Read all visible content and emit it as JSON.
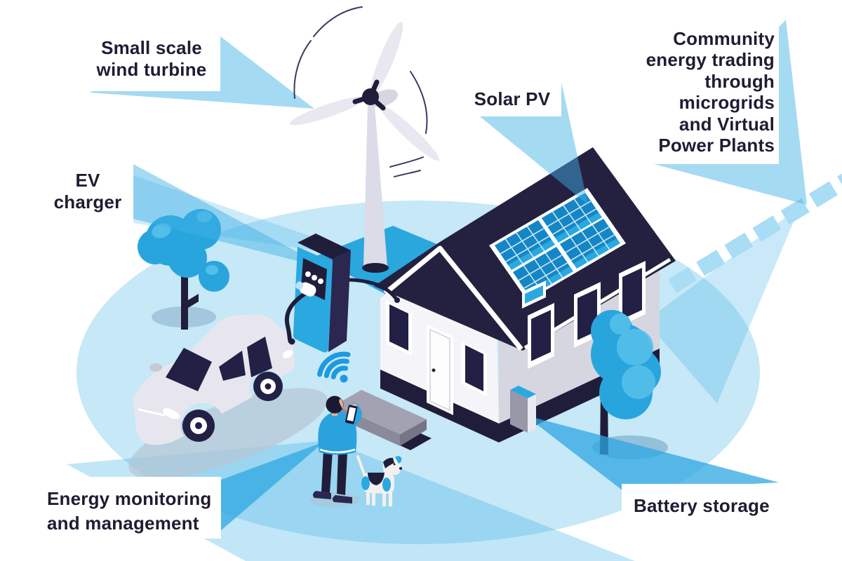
{
  "diagram": {
    "labels": {
      "wind_turbine": "Small scale wind turbine",
      "ev_charger": "EV charger",
      "solar_pv": "Solar PV",
      "community_trading": "Community energy trading through microgrids and Virtual Power Plants",
      "energy_monitoring": "Energy monitoring and management",
      "battery_storage": "Battery storage"
    },
    "colors": {
      "ink_navy": "#201d3b",
      "brand_blue": "#2aa9e0",
      "ray_blue": "#3fb0e6",
      "ground_blue": "#c6e8f7",
      "panel_blue": "#1080c0",
      "label_text": "#1f1c33"
    },
    "scene_items": [
      "wind-turbine",
      "house-with-solar-pv",
      "ev-charger",
      "electric-car",
      "battery-unit",
      "person-with-smartphone",
      "dog",
      "tree-left",
      "tree-right",
      "microgrid-dashed-link",
      "wifi-signal"
    ]
  }
}
